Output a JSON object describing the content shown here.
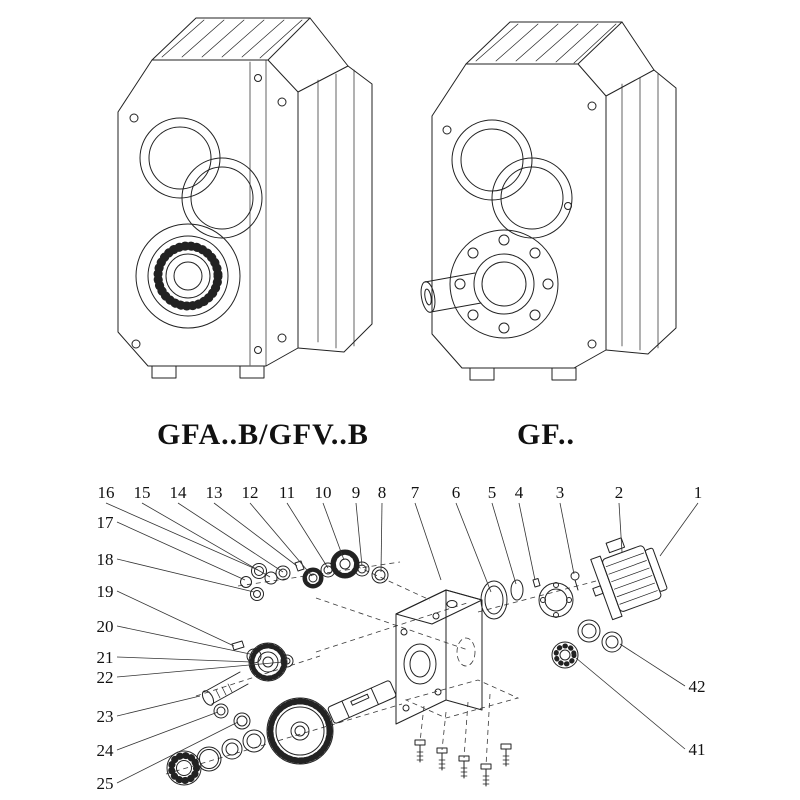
{
  "colors": {
    "ink": "#222222",
    "background": "#ffffff"
  },
  "models": {
    "left_label": "GFA..B/GFV..B",
    "right_label": "GF.."
  },
  "exploded": {
    "top_labels": [
      "16",
      "15",
      "14",
      "13",
      "12",
      "11",
      "10",
      "9",
      "8",
      "7",
      "6",
      "5",
      "4",
      "3",
      "2",
      "1"
    ],
    "left_labels": [
      "17",
      "18",
      "19",
      "20",
      "21",
      "22",
      "23",
      "24",
      "25"
    ],
    "right_labels": [
      "42",
      "41"
    ]
  }
}
